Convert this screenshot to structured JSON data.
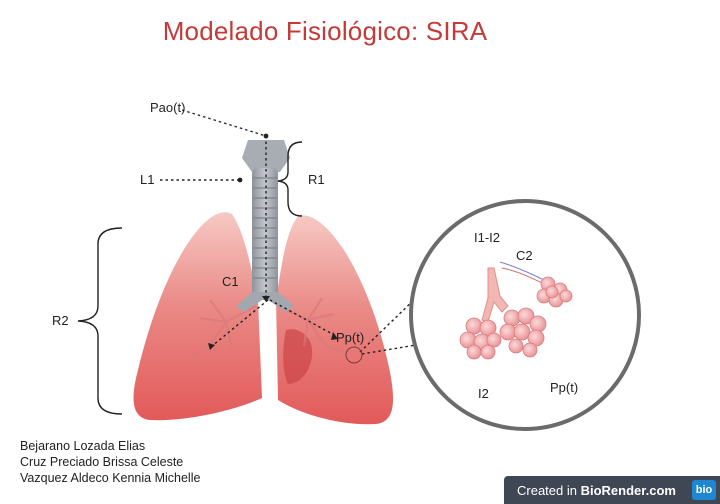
{
  "title": "Modelado Fisiológico: SIRA",
  "labels": {
    "pao": "Pao(t)",
    "l1": "L1",
    "r1": "R1",
    "r2": "R2",
    "c1": "C1",
    "pp_main": "Pp(t)",
    "i1i2": "I1-I2",
    "c2": "C2",
    "i2": "I2",
    "pp_zoom": "Pp(t)"
  },
  "authors": [
    "Bejarano Lozada Elias",
    "Cruz Preciado Brissa Celeste",
    "Vazquez Aldeco Kennia Michelle"
  ],
  "badge": {
    "prefix": "Created in ",
    "brand": "BioRender.com",
    "logo": "bio"
  },
  "colors": {
    "title": "#c43a38",
    "lung": "#e0605e",
    "trachea": "#9ea3ab",
    "circle": "#6b6b6b"
  }
}
